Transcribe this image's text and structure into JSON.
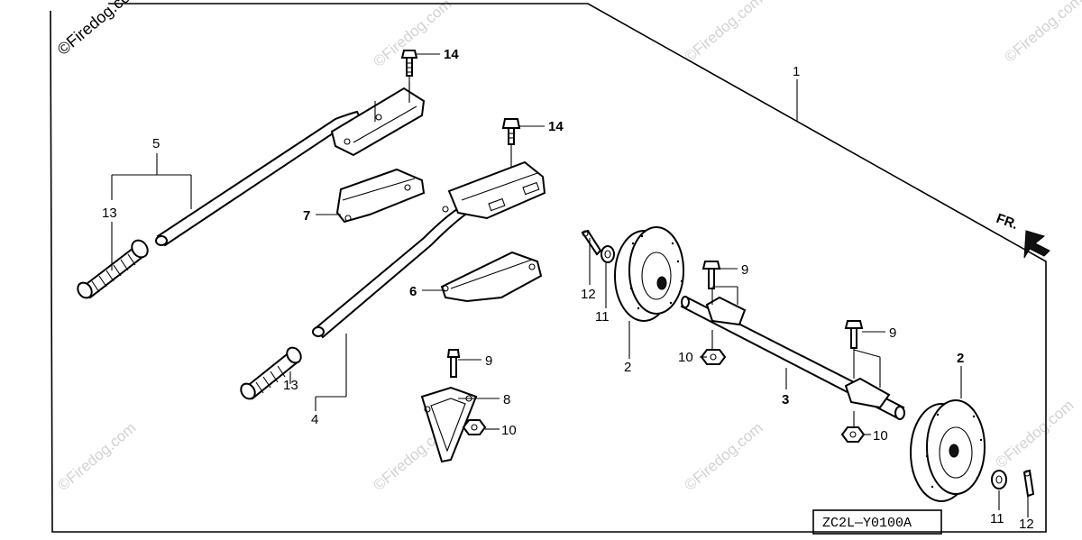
{
  "watermark": "©Firedog.com",
  "diagram_code": "ZC2L—Y0100A",
  "front_marker": "FR.",
  "callouts": {
    "c1": "1",
    "c2a": "2",
    "c2b": "2",
    "c3": "3",
    "c4": "4",
    "c5": "5",
    "c6": "6",
    "c7": "7",
    "c8": "8",
    "c9a": "9",
    "c9b": "9",
    "c9c": "9",
    "c10a": "10",
    "c10b": "10",
    "c10c": "10",
    "c11a": "11",
    "c11b": "11",
    "c12a": "12",
    "c12b": "12",
    "c13a": "13",
    "c13b": "13",
    "c14a": "14",
    "c14b": "14"
  }
}
